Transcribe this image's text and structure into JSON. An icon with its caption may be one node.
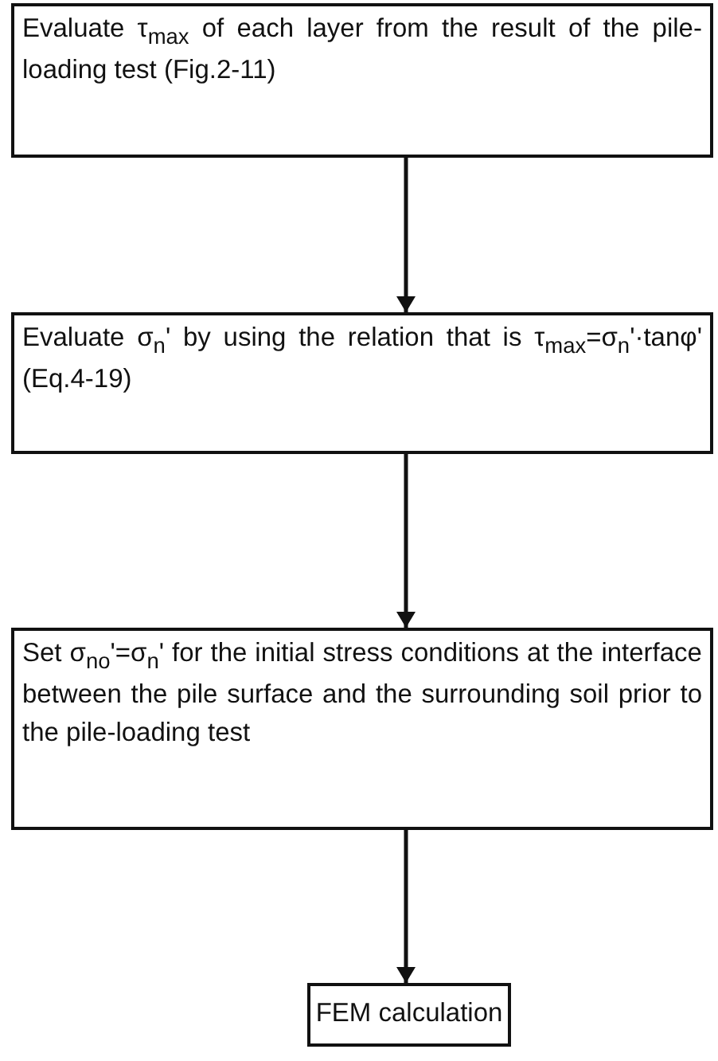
{
  "diagram": {
    "nodes": [
      {
        "text": [
          "Evaluate τ$_{max}$ of each layer from the result of the pile-loading test (Fig.2-11)"
        ]
      },
      {
        "text": [
          "Evaluate σ$_{n}$' by using the relation that is τ$_{max}$=σ$_{n}$'·tanφ' (Eq.4-19)"
        ]
      },
      {
        "text": [
          "Set σ$_{no}$'=σ$_{n}$' for the initial stress conditions at the interface between the pile surface and the surrounding soil prior to the pile-loading test"
        ]
      },
      {
        "text": [
          "FEM calculation"
        ]
      }
    ],
    "edges": [
      {
        "from": 0,
        "to": 1,
        "arrow": "to"
      },
      {
        "from": 1,
        "to": 2,
        "arrow": "to"
      },
      {
        "from": 2,
        "to": 3,
        "arrow": "to"
      }
    ]
  }
}
